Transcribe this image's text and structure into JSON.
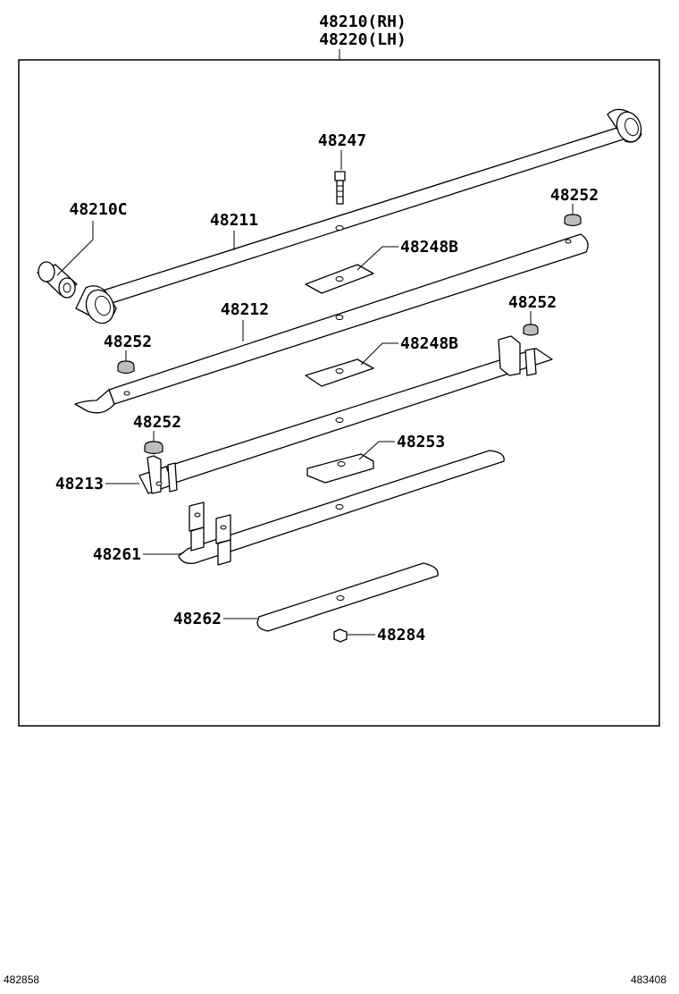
{
  "assembly": {
    "part_rh": "48210(RH)",
    "part_lh": "48220(LH)"
  },
  "parts": {
    "bolt": "48247",
    "bushing": "48210C",
    "leaf1": "48211",
    "silencer_top_right": "48252",
    "clip_upper": "48248B",
    "leaf2": "48212",
    "silencer_mid_right": "48252",
    "silencer_mid_left": "48252",
    "clip_middle": "48248B",
    "silencer_lower_left": "48252",
    "spacer": "48253",
    "leaf3": "48213",
    "leaf4": "48261",
    "leaf5": "48262",
    "nut": "48284"
  },
  "footer": {
    "left_code": "482858",
    "right_code": "483408"
  }
}
